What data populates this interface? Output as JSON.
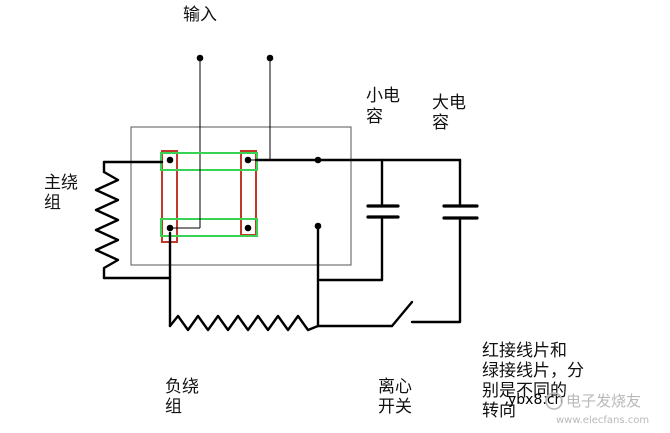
{
  "labels": {
    "input": "输入",
    "main_winding": [
      "主绕",
      "组"
    ],
    "aux_winding": [
      "负绕",
      "组"
    ],
    "small_cap": [
      "小电",
      "容"
    ],
    "large_cap": [
      "大电",
      "容"
    ],
    "centrifugal_switch": [
      "离心",
      "开关"
    ],
    "note": [
      "红接线片和",
      "绿接线片，分",
      "别是不同的",
      "转向"
    ]
  },
  "watermark": {
    "site": "ybx8.cn",
    "brand": "电子发烧友",
    "url": "www.elecfans.com"
  },
  "colors": {
    "wire": "#000000",
    "red_strip": "#c0392b",
    "green_strip": "#39d353",
    "box_border": "#555555",
    "watermark": "#b9b9b9"
  }
}
